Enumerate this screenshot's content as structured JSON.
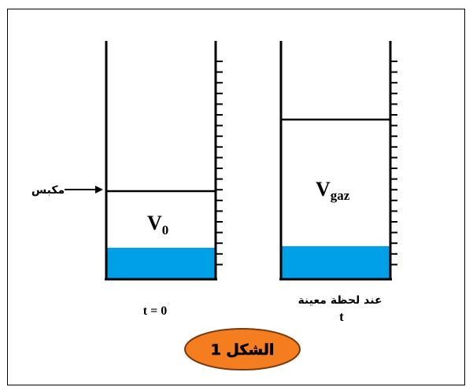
{
  "figure": {
    "cylinder_left": {
      "volume_symbol": "V",
      "volume_subscript": "0",
      "time_label": "t = 0",
      "piston_label": "مكبس"
    },
    "cylinder_right": {
      "volume_symbol": "V",
      "volume_subscript": "gaz",
      "time_label_line1": "عند لحظة معينة",
      "time_label_line2": "t"
    },
    "caption": "الشكل 1"
  },
  "colors": {
    "liquid": "#00a0e8",
    "caption_fill": "#f47d20",
    "outline": "#000000"
  }
}
